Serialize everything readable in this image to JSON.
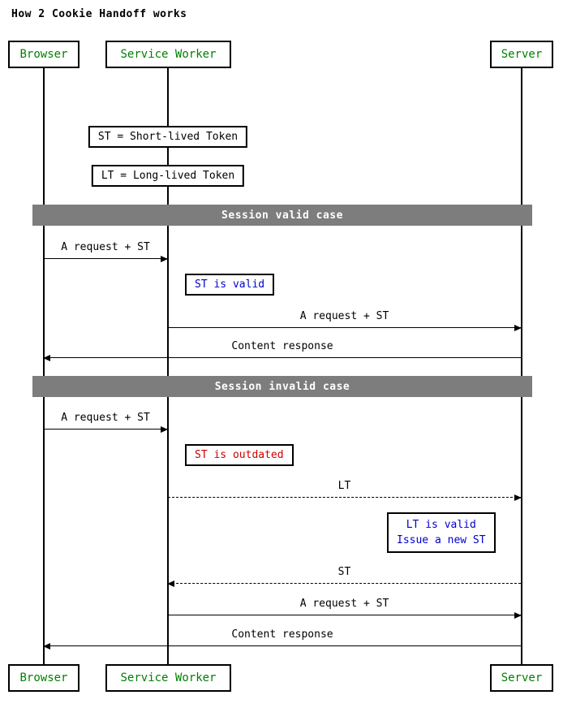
{
  "title": "How 2 Cookie Handoff works",
  "colors": {
    "actor_text": "#007f00",
    "section_bg": "#7d7d7d",
    "section_text": "#ffffff",
    "note_info_text": "#0000cc",
    "note_error_text": "#cc0000",
    "line": "#000000",
    "background": "#ffffff"
  },
  "actors": {
    "browser": "Browser",
    "service_worker": "Service Worker",
    "server": "Server"
  },
  "notes": {
    "st_definition": "ST = Short-lived Token",
    "lt_definition": "LT = Long-lived Token",
    "st_valid": "ST is valid",
    "st_outdated": "ST is outdated",
    "lt_valid_line1": "LT is valid",
    "lt_valid_line2": "Issue a new ST"
  },
  "sections": {
    "valid": "Session valid case",
    "invalid": "Session invalid case"
  },
  "messages": {
    "m1": "A request + ST",
    "m2": "A request + ST",
    "m3": "Content response",
    "m4": "A request + ST",
    "m5": "LT",
    "m6": "ST",
    "m7": "A request + ST",
    "m8": "Content response"
  }
}
